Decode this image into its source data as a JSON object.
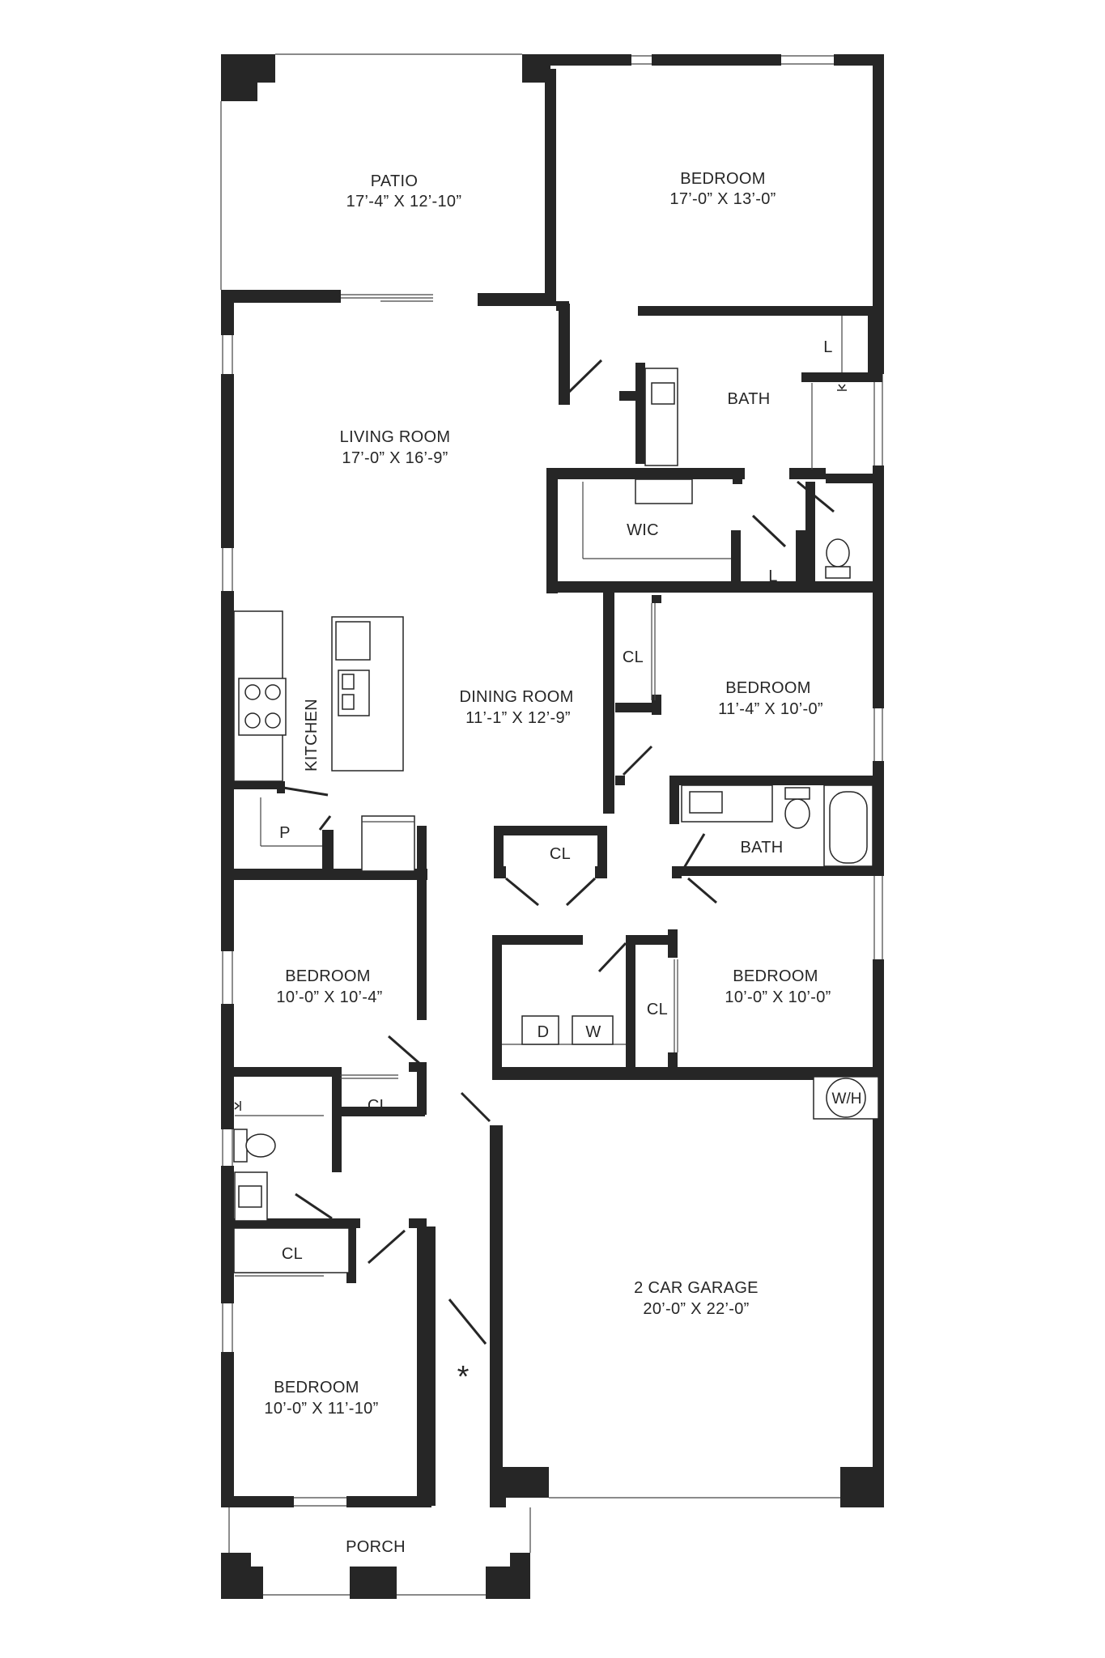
{
  "rooms": {
    "patio": {
      "name": "PATIO",
      "size": "17’-4” X 12’-10”"
    },
    "master_bedroom": {
      "name": "BEDROOM",
      "size": "17’-0” X 13’-0”"
    },
    "master_bath": {
      "name": "BATH"
    },
    "master_bath_linen": {
      "name": "L"
    },
    "wic": {
      "name": "WIC"
    },
    "wic_linen": {
      "name": "L"
    },
    "living_room": {
      "name": "LIVING ROOM",
      "size": "17’-0” X 16’-9”"
    },
    "kitchen": {
      "name": "KITCHEN"
    },
    "pantry": {
      "name": "P"
    },
    "dining_room": {
      "name": "DINING ROOM",
      "size": "11’-1” X 12’-9”"
    },
    "bedroom_2": {
      "name": "BEDROOM",
      "size": "11’-4” X 10’-0”"
    },
    "bedroom_2_closet": {
      "name": "CL"
    },
    "hall_bath": {
      "name": "BATH"
    },
    "hall_closet": {
      "name": "CL"
    },
    "bedroom_3": {
      "name": "BEDROOM",
      "size": "10’-0” X 10’-4”"
    },
    "bedroom_3_closet": {
      "name": "CL"
    },
    "laundry_dryer": {
      "name": "D"
    },
    "laundry_washer": {
      "name": "W"
    },
    "bedroom_4": {
      "name": "BEDROOM",
      "size": "10’-0” X 10’-0”"
    },
    "bedroom_4_closet": {
      "name": "CL"
    },
    "water_heater": {
      "name": "W/H"
    },
    "bedroom_5_closet": {
      "name": "CL"
    },
    "garage": {
      "name": "2 CAR GARAGE",
      "size": "20’-0” X 22’-0”"
    },
    "bedroom_5": {
      "name": "BEDROOM",
      "size": "10’-0” X 11’-10”"
    },
    "porch": {
      "name": "PORCH"
    }
  },
  "entry_marker": "*"
}
